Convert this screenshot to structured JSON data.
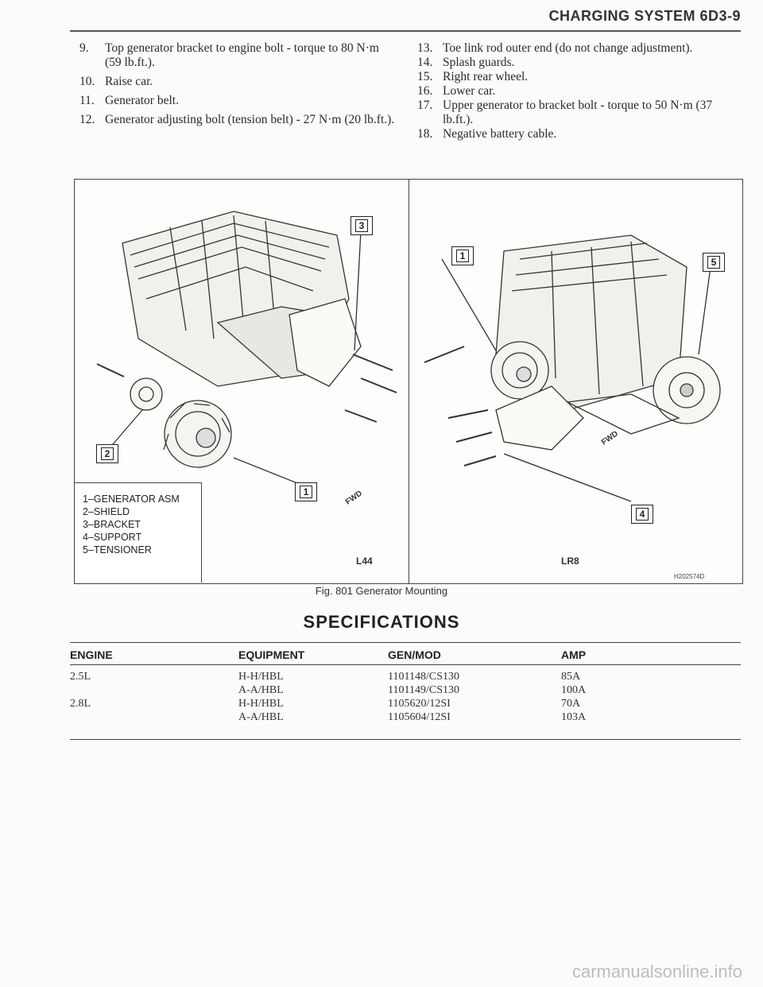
{
  "header": {
    "title": "CHARGING SYSTEM   6D3-9"
  },
  "steps_left": [
    {
      "num": "9.",
      "text": "Top generator bracket to engine bolt - torque to 80 N·m (59 lb.ft.)."
    },
    {
      "num": "10.",
      "text": "Raise car."
    },
    {
      "num": "11.",
      "text": "Generator belt."
    },
    {
      "num": "12.",
      "text": "Generator adjusting bolt (tension belt) - 27 N·m (20 lb.ft.)."
    }
  ],
  "steps_right": [
    {
      "num": "13.",
      "text": "Toe link rod outer end (do not change adjustment)."
    },
    {
      "num": "14.",
      "text": "Splash guards."
    },
    {
      "num": "15.",
      "text": "Right rear wheel."
    },
    {
      "num": "16.",
      "text": "Lower car."
    },
    {
      "num": "17.",
      "text": "Upper generator to bracket bolt - torque to 50 N·m (37 lb.ft.)."
    },
    {
      "num": "18.",
      "text": "Negative battery cable."
    }
  ],
  "figure": {
    "callouts_left": [
      "3",
      "2",
      "1"
    ],
    "callouts_right": [
      "1",
      "5",
      "4"
    ],
    "legend": [
      "1–GENERATOR ASM",
      "2–SHIELD",
      "3–BRACKET",
      "4–SUPPORT",
      "5–TENSIONER"
    ],
    "left_label": "L44",
    "right_label": "LR8",
    "fwd": "FWD",
    "code": "H202574D",
    "caption": "Fig. 801 Generator Mounting"
  },
  "specifications": {
    "title": "SPECIFICATIONS",
    "headers": [
      "ENGINE",
      "EQUIPMENT",
      "GEN/MOD",
      "AMP"
    ],
    "rows": [
      [
        "2.5L",
        "H-H/HBL",
        "1101148/CS130",
        "85A"
      ],
      [
        "",
        "A-A/HBL",
        "1101149/CS130",
        "100A"
      ],
      [
        "2.8L",
        "H-H/HBL",
        "1105620/12SI",
        "70A"
      ],
      [
        "",
        "A-A/HBL",
        "1105604/12SI",
        "103A"
      ]
    ]
  },
  "watermark": "carmanualsonline.info"
}
